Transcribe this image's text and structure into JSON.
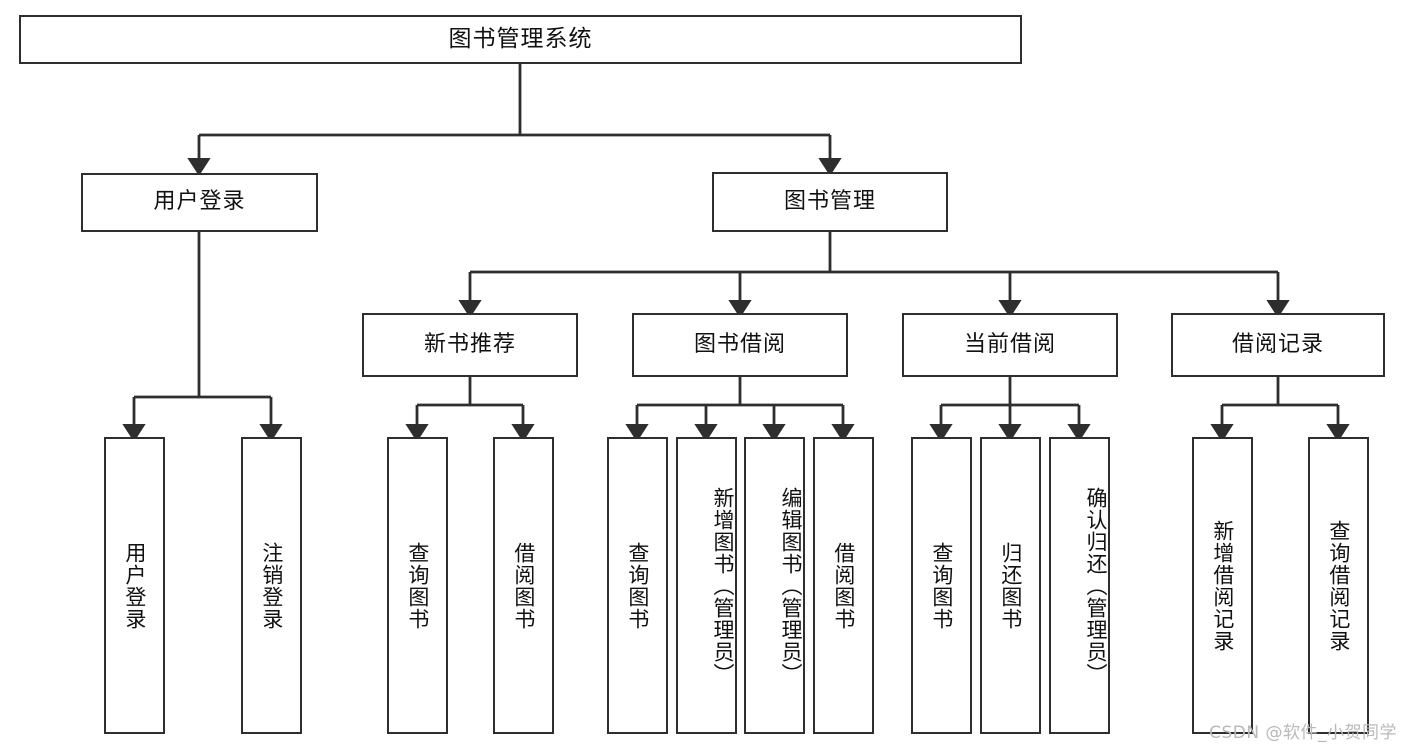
{
  "diagram": {
    "type": "tree-flowchart",
    "root": {
      "id": "root",
      "label": "图书管理系统"
    },
    "level2": [
      {
        "id": "user-login",
        "label": "用户登录"
      },
      {
        "id": "book-manage",
        "label": "图书管理"
      }
    ],
    "level3": [
      {
        "id": "new-book-recommend",
        "label": "新书推荐",
        "parent": "book-manage"
      },
      {
        "id": "book-borrow",
        "label": "图书借阅",
        "parent": "book-manage"
      },
      {
        "id": "current-borrow",
        "label": "当前借阅",
        "parent": "book-manage"
      },
      {
        "id": "borrow-record",
        "label": "借阅记录",
        "parent": "book-manage"
      }
    ],
    "leaves": {
      "user_login": [
        {
          "id": "leaf-user-login",
          "label": "用户登录"
        },
        {
          "id": "leaf-logout-login",
          "label": "注销登录"
        }
      ],
      "new_book_recommend": [
        {
          "id": "leaf-query-book-1",
          "label": "查询图书"
        },
        {
          "id": "leaf-borrow-book-1",
          "label": "借阅图书"
        }
      ],
      "book_borrow": [
        {
          "id": "leaf-query-book-2",
          "label": "查询图书"
        },
        {
          "id": "leaf-add-book",
          "label": "新增图书（管理员）"
        },
        {
          "id": "leaf-edit-book",
          "label": "编辑图书（管理员）"
        },
        {
          "id": "leaf-borrow-book-2",
          "label": "借阅图书"
        }
      ],
      "current_borrow": [
        {
          "id": "leaf-query-book-3",
          "label": "查询图书"
        },
        {
          "id": "leaf-return-book",
          "label": "归还图书"
        },
        {
          "id": "leaf-confirm-return",
          "label": "确认归还（管理员）"
        }
      ],
      "borrow_record": [
        {
          "id": "leaf-add-record",
          "label": "新增借阅记录"
        },
        {
          "id": "leaf-query-record",
          "label": "查询借阅记录"
        }
      ]
    }
  },
  "watermark": {
    "text": "CSDN @软件_小贺同学"
  },
  "colors": {
    "border": "#2e2e2e",
    "background": "#ffffff",
    "text": "#111111",
    "watermark": "#b9b9b9"
  }
}
